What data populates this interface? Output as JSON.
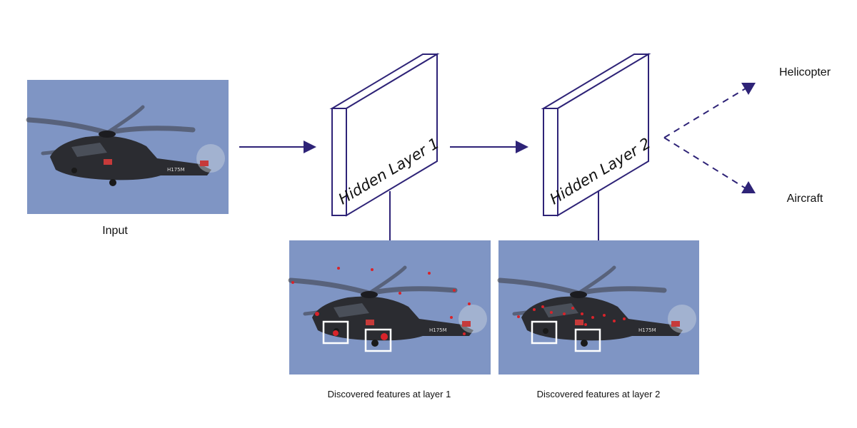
{
  "colors": {
    "accent": "#2e2377",
    "sky": "#7f95c4",
    "feature_mark": "#d8232a",
    "box": "#ffffff"
  },
  "input": {
    "label": "Input"
  },
  "layers": [
    {
      "label": "Hidden Layer 1",
      "caption": "Discovered features at layer 1"
    },
    {
      "label": "Hidden Layer 2",
      "caption": "Discovered features at layer 2"
    }
  ],
  "outputs": [
    {
      "label": "Helicopter"
    },
    {
      "label": "Aircraft"
    }
  ],
  "images": {
    "input": "helicopter-photo",
    "features_1": "helicopter-photo-with-feature-marks",
    "features_2": "helicopter-photo-with-feature-marks"
  }
}
